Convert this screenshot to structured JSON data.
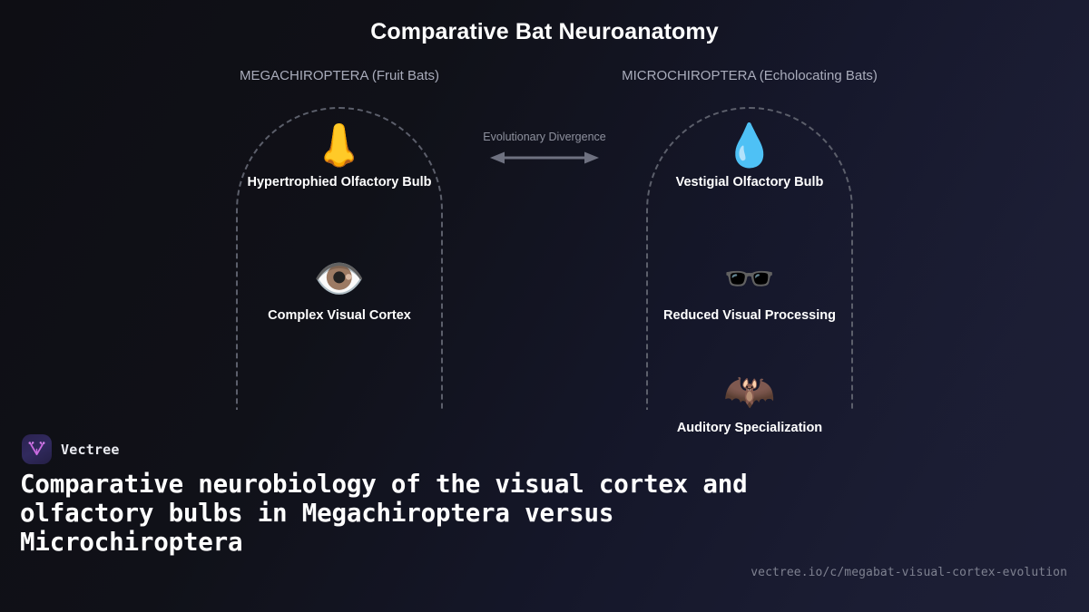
{
  "title": "Comparative Bat Neuroanatomy",
  "columns": {
    "left": {
      "header": "MEGACHIROPTERA (Fruit Bats)",
      "items": [
        {
          "icon": "nose-icon",
          "glyph": "👃",
          "label": "Hypertrophied Olfactory Bulb"
        },
        {
          "icon": "eye-icon",
          "glyph": "👁️",
          "label": "Complex Visual Cortex"
        }
      ]
    },
    "right": {
      "header": "MICROCHIROPTERA (Echolocating Bats)",
      "items": [
        {
          "icon": "droplet-icon",
          "glyph": "💧",
          "label": "Vestigial Olfactory Bulb"
        },
        {
          "icon": "glasses-icon",
          "glyph": "🕶️",
          "label": "Reduced Visual Processing"
        },
        {
          "icon": "bat-icon",
          "glyph": "🦇",
          "label": "Auditory Specialization"
        }
      ]
    }
  },
  "divergence": {
    "label": "Evolutionary Divergence",
    "arrow": "double-headed-arrow-icon"
  },
  "brand": {
    "name": "Vectree",
    "logo_icon": "vectree-logo-icon"
  },
  "headline": "Comparative neurobiology of the visual cortex and olfactory bulbs in Megachiroptera versus Microchiroptera",
  "url": "vectree.io/c/megabat-visual-cortex-evolution",
  "colors": {
    "background_start": "#0e0e14",
    "background_end": "#1d1f36",
    "title_text": "#ffffff",
    "header_text": "#a9acbb",
    "dashed_border": "#5c5f6b",
    "muted_text": "#7e8190",
    "brand_accent": "#c96be0"
  }
}
